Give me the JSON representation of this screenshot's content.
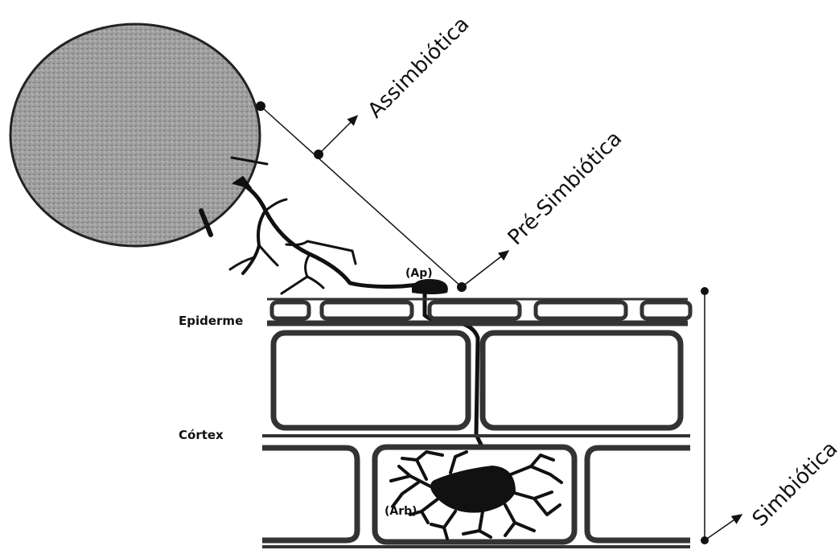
{
  "stages": {
    "assimbiotica": "Assimbiótica",
    "pre_simbiotica": "Pré-Simbiótica",
    "simbiotica": "Simbiótica"
  },
  "tissues": {
    "epiderme": "Epiderme",
    "cortex": "Córtex"
  },
  "structures": {
    "appressorium": "(Ap)",
    "arbuscule": "(Arb)"
  },
  "colors": {
    "ink": "#111111",
    "spore_fill": "#9a9a9a",
    "cell_wall": "#333333",
    "background": "#ffffff"
  }
}
